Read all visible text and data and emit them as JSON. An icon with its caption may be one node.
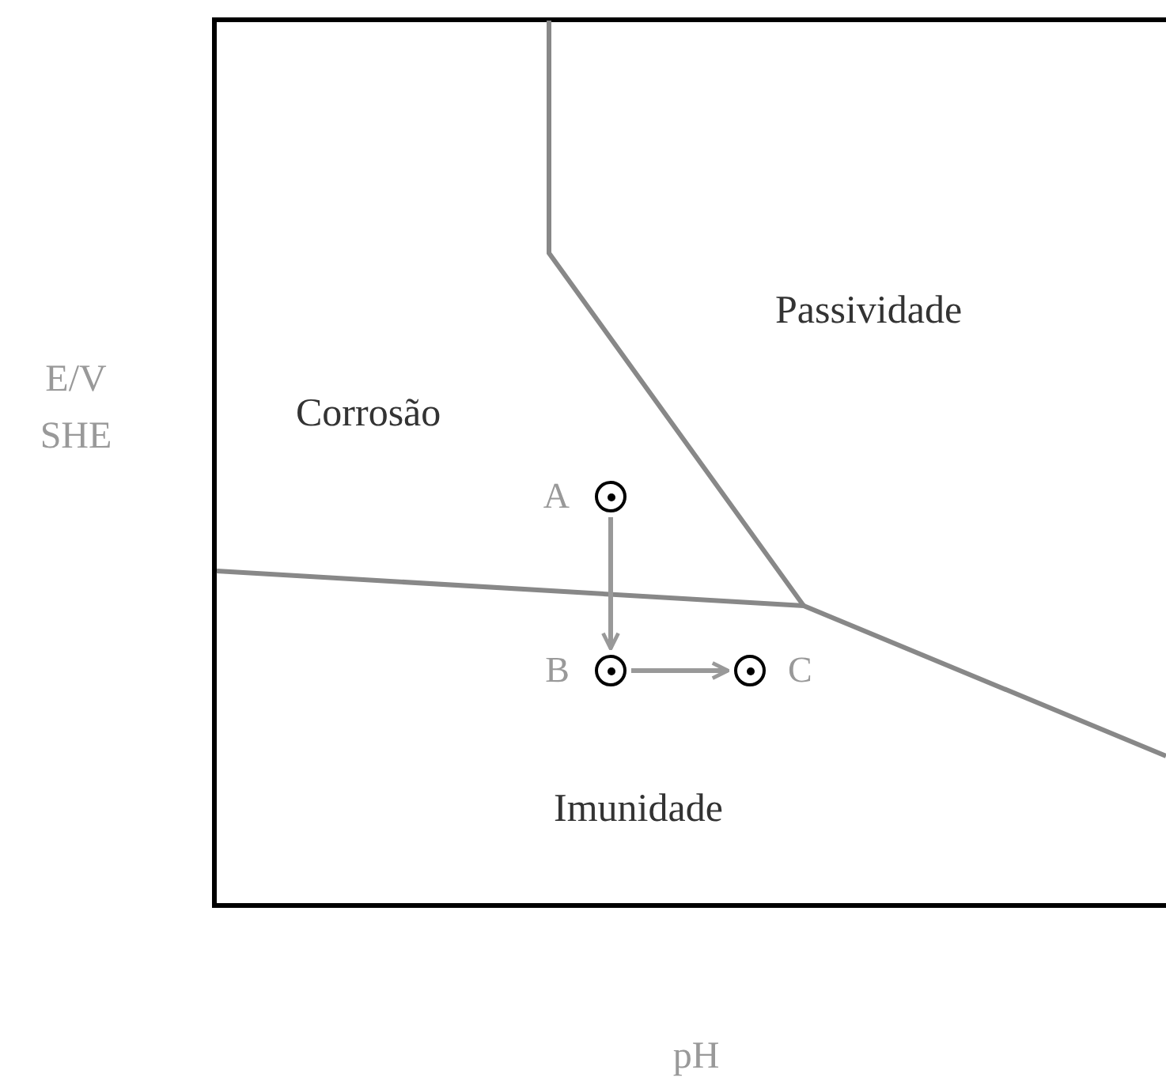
{
  "diagram": {
    "nodes": [
      {
        "text": [],
        "shape": "circle",
        "beside": [
          "A"
        ]
      },
      {
        "text": [],
        "shape": "circle",
        "beside": [
          "B"
        ]
      },
      {
        "text": [],
        "shape": "circle",
        "beside": [
          "C"
        ]
      }
    ],
    "edges": [
      {
        "from": 0,
        "to": 1,
        "arrow": "to"
      },
      {
        "from": 1,
        "to": 2,
        "arrow": "to"
      }
    ],
    "labels": [
      "Passividade",
      "E/V SHE",
      "Corrosão",
      "Imunidade",
      "pH"
    ]
  }
}
